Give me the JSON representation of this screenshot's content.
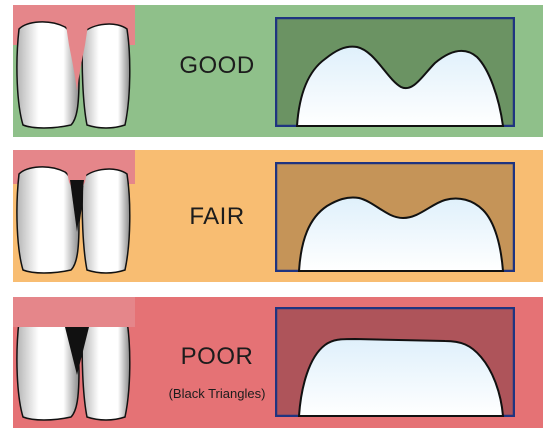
{
  "rows": [
    {
      "key": "good",
      "label": "GOOD",
      "subtitle": "",
      "band_color": "#8fc08a",
      "panel_color": "#6b9363",
      "gum_color": "#e5868a",
      "outline_color": "#1f3480",
      "profile": "peaked"
    },
    {
      "key": "fair",
      "label": "FAIR",
      "subtitle": "",
      "band_color": "#f8bd72",
      "panel_color": "#c59458",
      "gum_color": "#e5868a",
      "outline_color": "#1f3480",
      "profile": "shallow"
    },
    {
      "key": "poor",
      "label": "POOR",
      "subtitle": "(Black Triangles)",
      "band_color": "#e57275",
      "panel_color": "#ae545a",
      "gum_color": "#e5868a",
      "outline_color": "#1f3480",
      "profile": "flat"
    }
  ]
}
